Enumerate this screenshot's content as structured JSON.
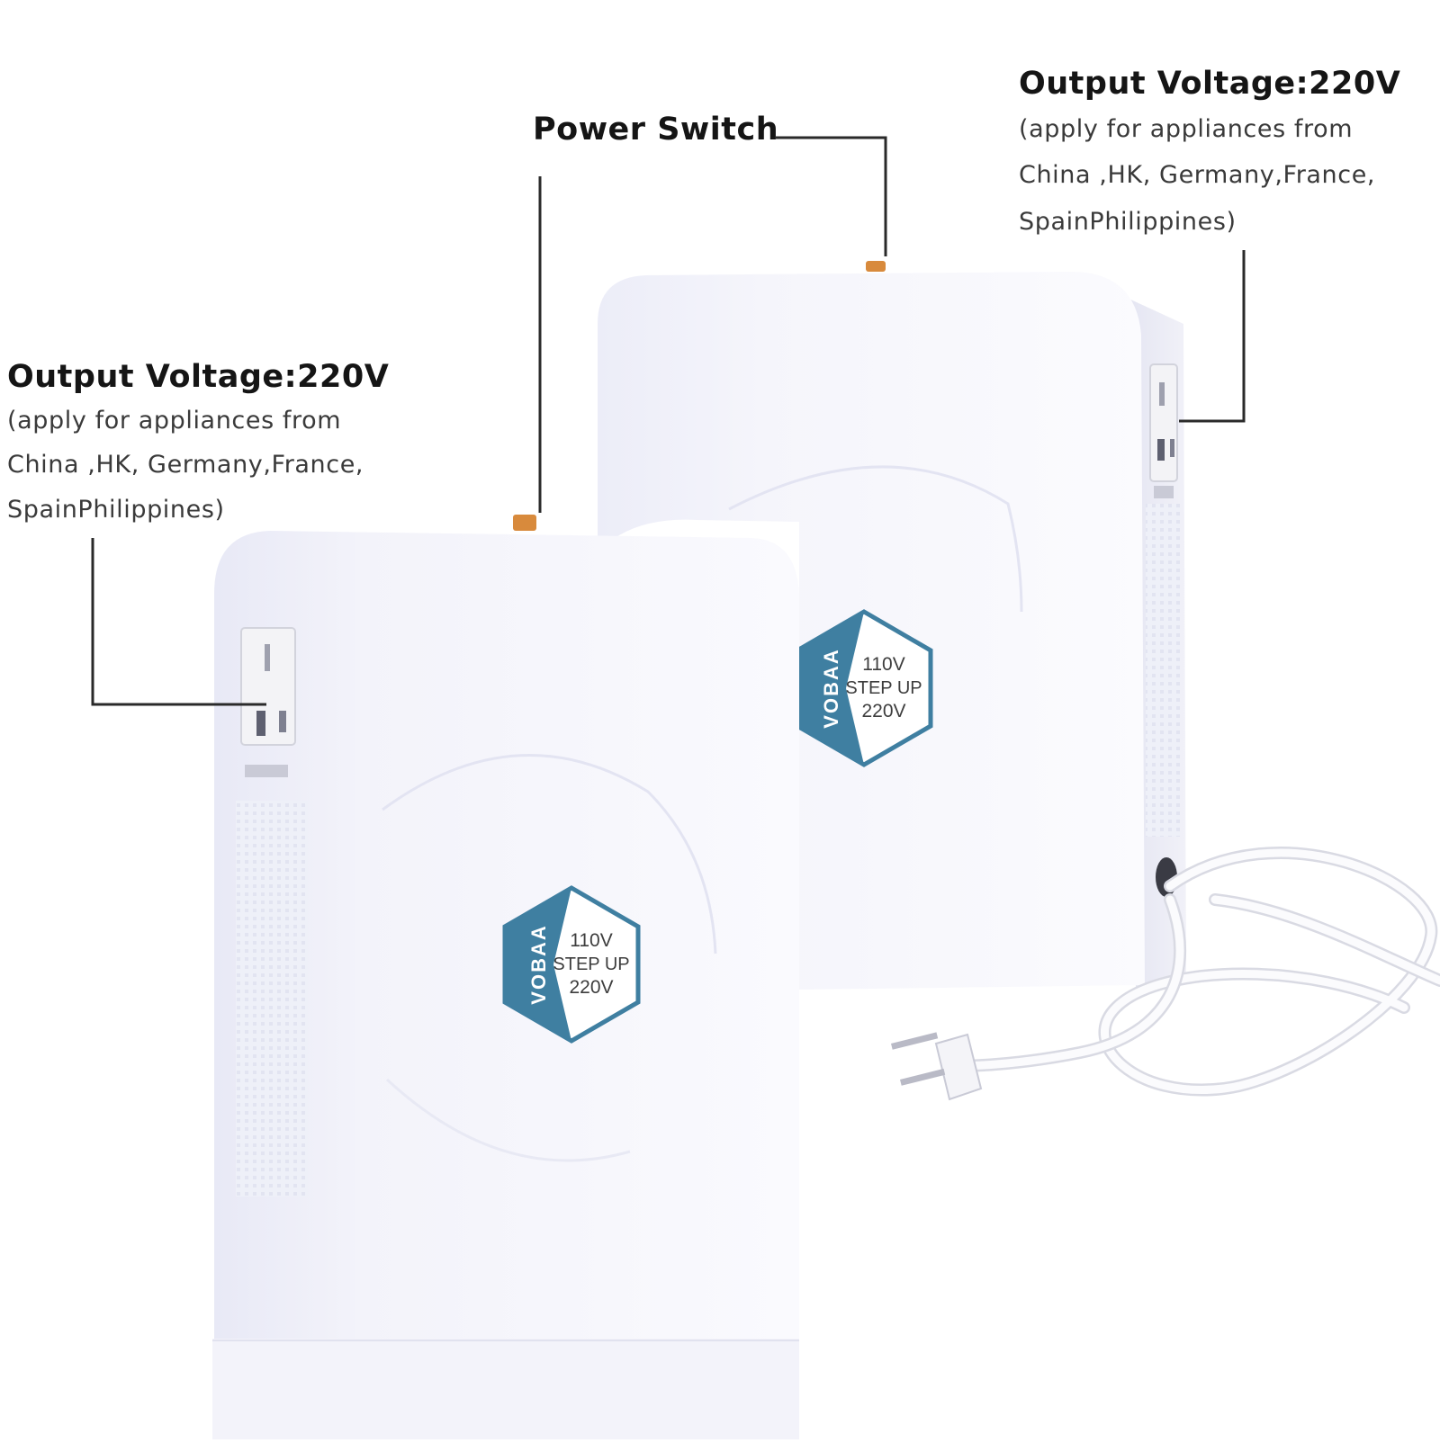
{
  "annotations": {
    "output_right": {
      "title": "Output Voltage:220V",
      "line1": "(apply for appliances from",
      "line2": "China ,HK, Germany,France,",
      "line3": "SpainPhilippines)"
    },
    "output_left": {
      "title": "Output Voltage:220V",
      "line1": "(apply for appliances from",
      "line2": "China ,HK, Germany,France,",
      "line3": "SpainPhilippines)"
    },
    "power_switch": {
      "title": "Power Switch"
    }
  },
  "badge_front": {
    "brand": "VOBAA",
    "line1": "110V",
    "line2": "STEP UP",
    "line3": "220V"
  },
  "badge_back": {
    "brand": "VOBAA",
    "line1": "110V",
    "line2": "STEP UP",
    "line3": "220V"
  },
  "colors": {
    "badge_blue": "#3f7fa1",
    "switch_orange": "#d88a3c",
    "leader_line": "#2a2a2a"
  }
}
